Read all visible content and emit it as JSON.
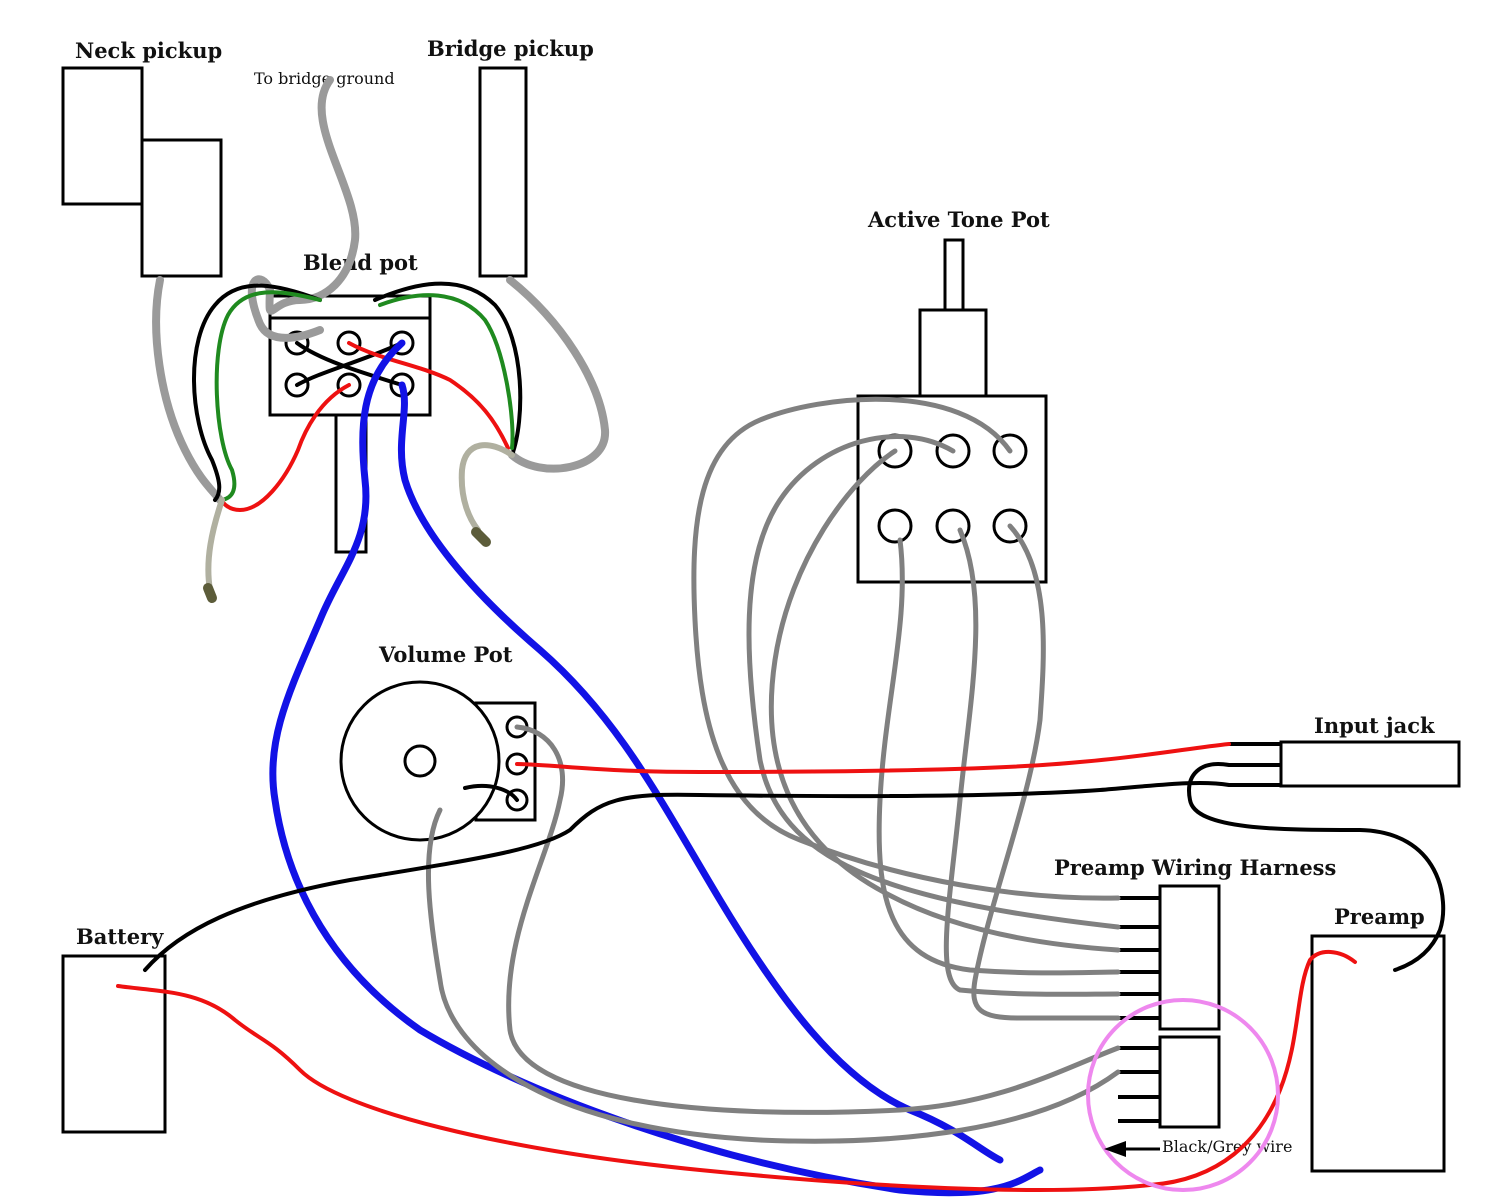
{
  "labels": {
    "neck_pickup": "Neck pickup",
    "bridge_pickup": "Bridge pickup",
    "to_bridge_ground": "To bridge ground",
    "blend_pot": "Blend pot",
    "active_tone_pot": "Active Tone Pot",
    "volume_pot": "Volume Pot",
    "input_jack": "Input jack",
    "preamp_wiring_harness": "Preamp Wiring Harness",
    "preamp": "Preamp",
    "battery": "Battery",
    "black_grey_wire": "Black/Grey wire"
  },
  "colors": {
    "grey_wire": "#808080",
    "blue_wire": "#1212e6",
    "red_wire": "#ee1111",
    "black_wire": "#000000",
    "green_wire": "#1f8a1f",
    "highlight_circle": "#ee88ee"
  }
}
